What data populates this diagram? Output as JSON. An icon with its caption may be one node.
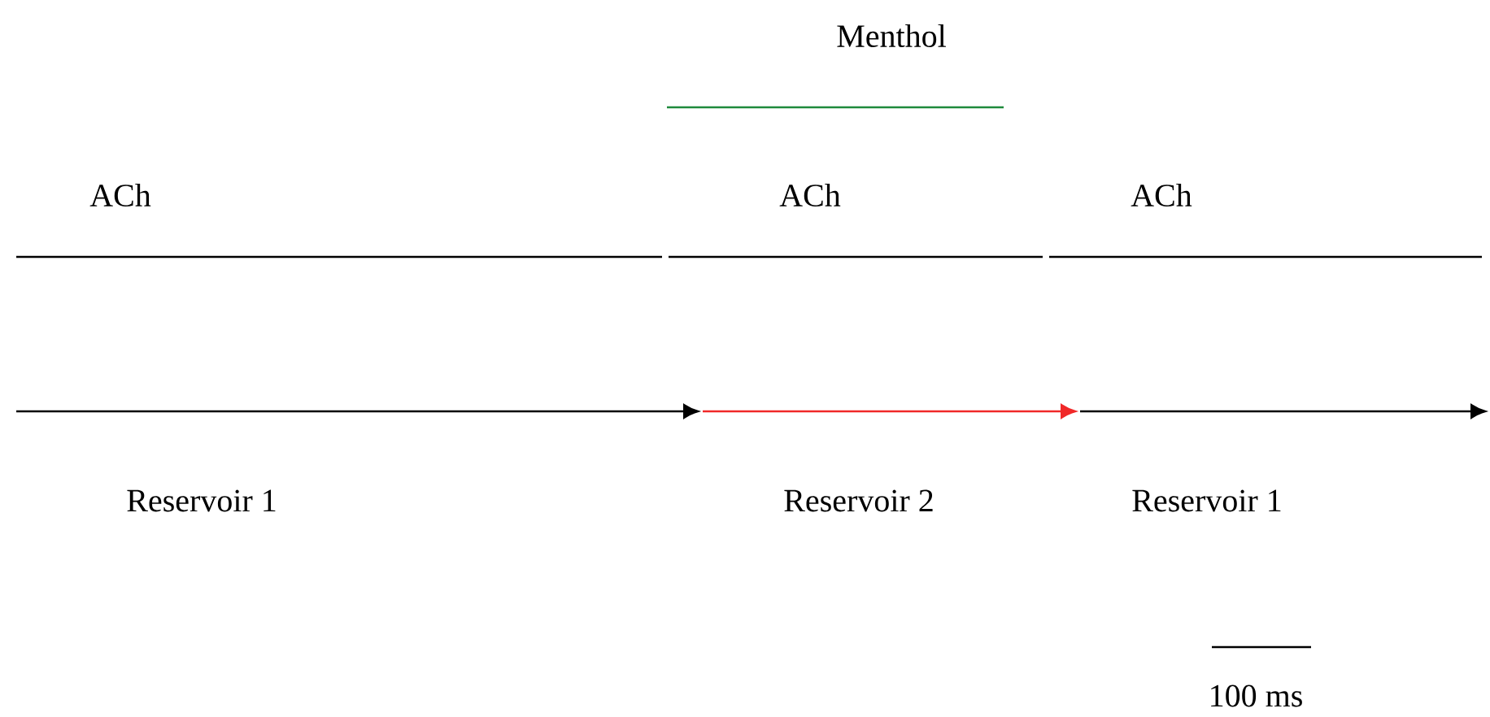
{
  "diagram": {
    "labels": [
      "Menthol",
      "ACh",
      "ACh",
      "ACh",
      "Reservoir 1",
      "Reservoir 2",
      "Reservoir 1",
      "100 ms"
    ]
  }
}
